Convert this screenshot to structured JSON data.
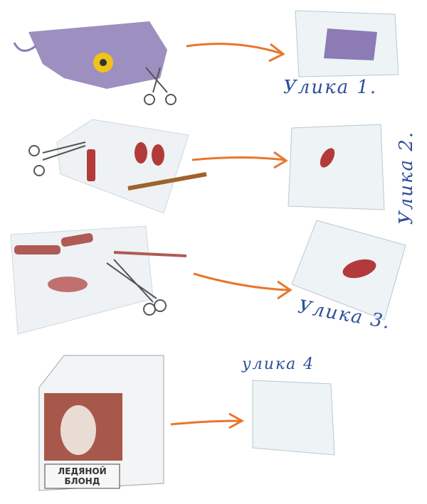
{
  "evidence": [
    {
      "label": "Улика 1."
    },
    {
      "label": "Улика 2."
    },
    {
      "label": "Улика 3."
    },
    {
      "label": "улика 4"
    }
  ],
  "box": {
    "line1": "ЛЕДЯНОЙ",
    "line2": "БЛОНД"
  },
  "colors": {
    "arrow": "#e8762c",
    "label": "#2c4f9a",
    "fabric": "#8c7bb5",
    "lipstick": "#b33a3a"
  }
}
